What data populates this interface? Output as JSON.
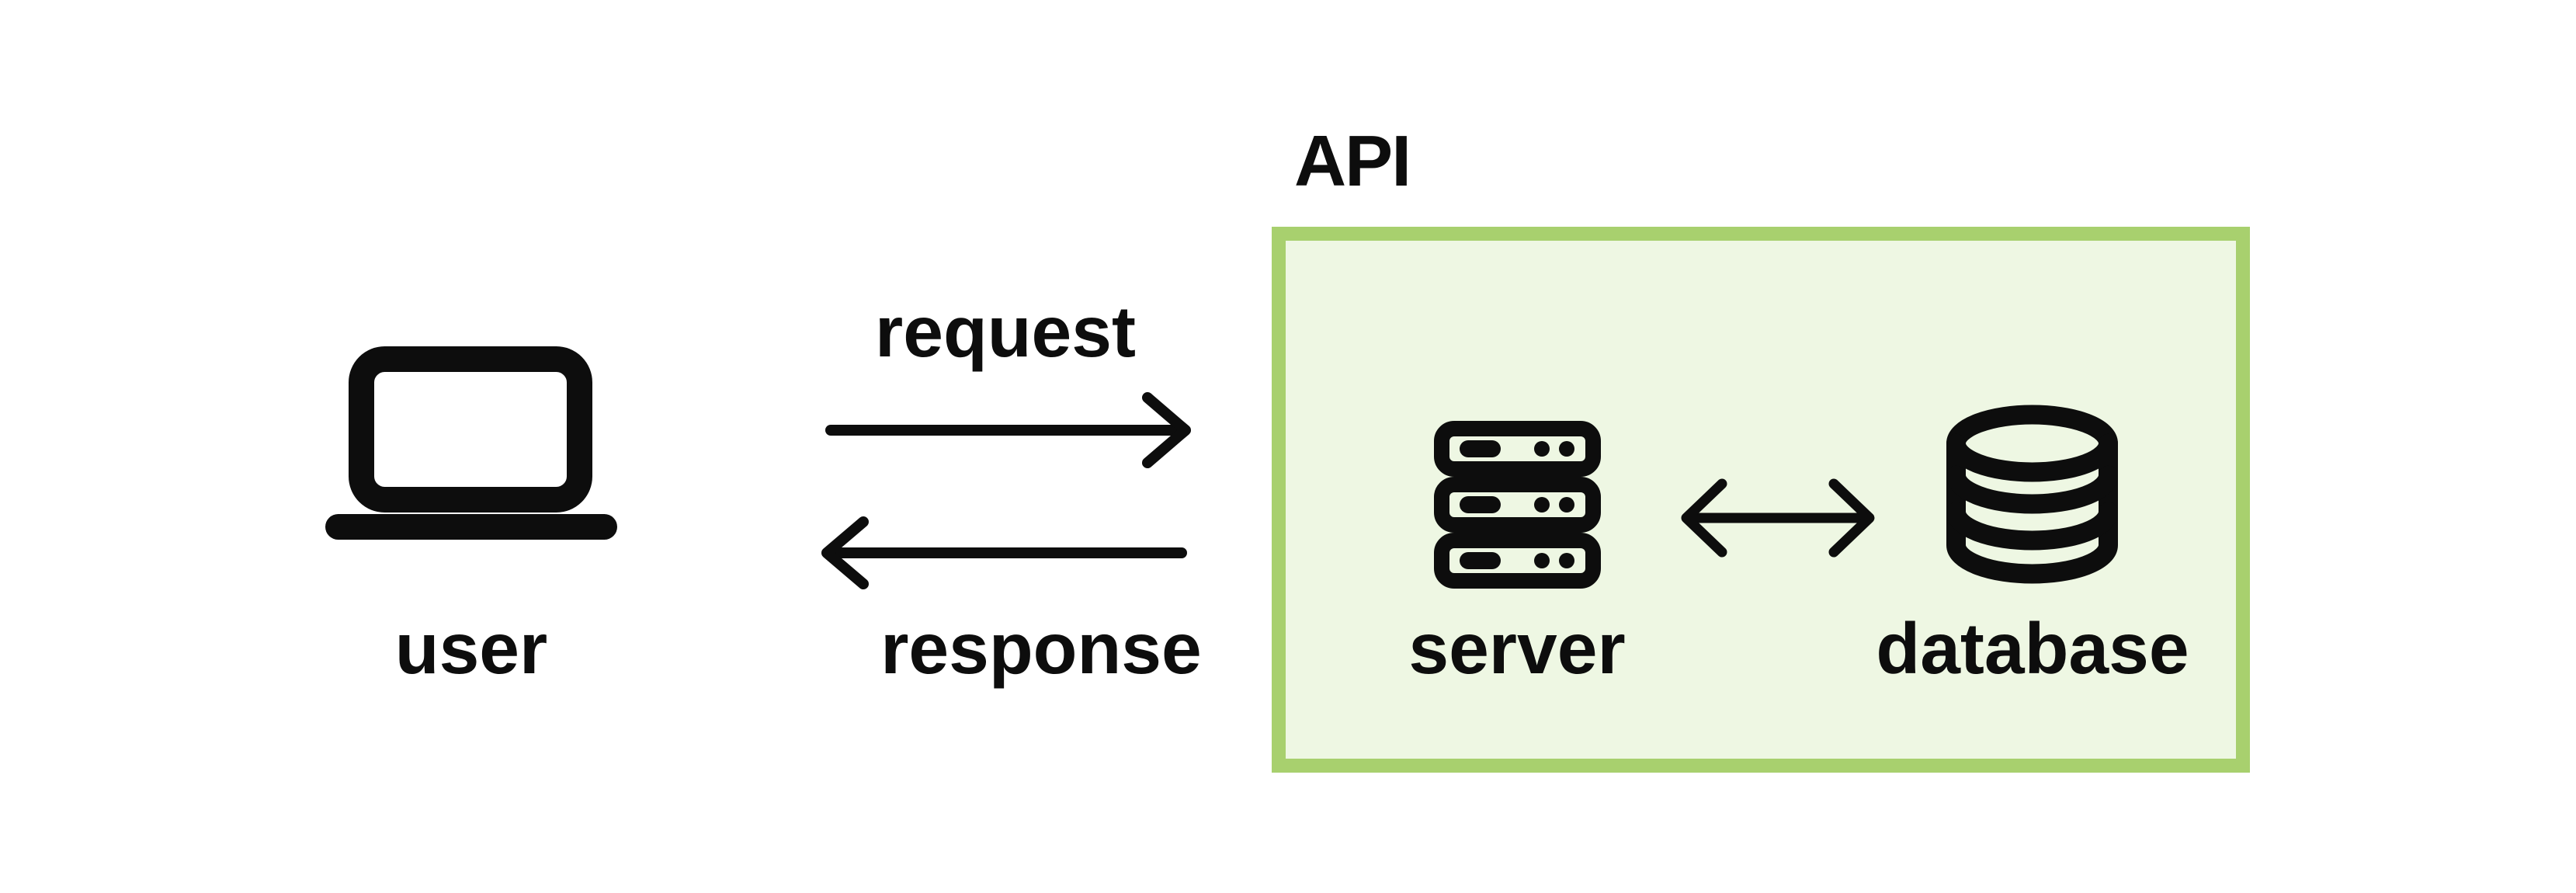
{
  "diagram": {
    "api_group_label": "API",
    "nodes": {
      "user": {
        "label": "user",
        "icon": "laptop-icon"
      },
      "server": {
        "label": "server",
        "icon": "server-icon"
      },
      "database": {
        "label": "database",
        "icon": "database-icon"
      }
    },
    "flows": {
      "request": {
        "label": "request",
        "direction": "user-to-api",
        "icon": "arrow-right-icon"
      },
      "response": {
        "label": "response",
        "direction": "api-to-user",
        "icon": "arrow-left-icon"
      },
      "server_database_link": {
        "direction": "bidirectional",
        "icon": "arrow-both-icon"
      }
    },
    "colors": {
      "background": "#ffffff",
      "ink": "#0d0d0d",
      "api_box_border": "#a8d06e",
      "api_box_fill": "#eef7e3"
    }
  }
}
